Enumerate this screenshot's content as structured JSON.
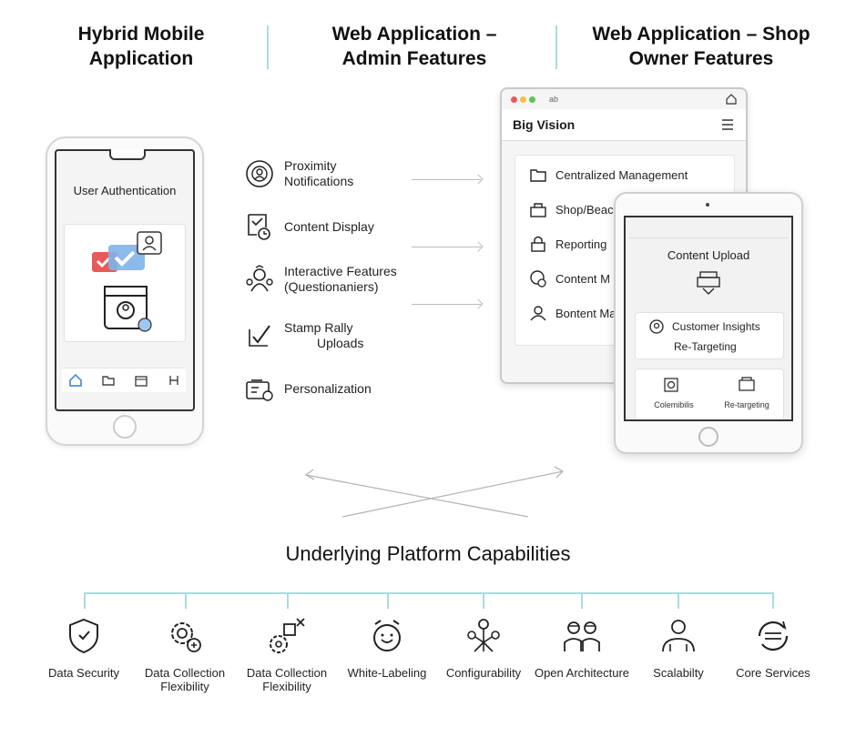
{
  "columns": {
    "mobile": {
      "line1": "Hybrid Mobile",
      "line2": "Application"
    },
    "admin": {
      "line1": "Web Application –",
      "line2": "Admin Features"
    },
    "shop": {
      "line1": "Web Application – Shop",
      "line2": "Owner Features"
    }
  },
  "phone": {
    "screen_title": "User Authentication",
    "tabs": [
      "home-icon",
      "folder-icon",
      "calendar-icon",
      "share-icon"
    ]
  },
  "admin_features": [
    {
      "icon": "proximity-icon",
      "line1": "Proximity",
      "line2": "Notifications"
    },
    {
      "icon": "content-display-icon",
      "line1": "Content Display",
      "line2": ""
    },
    {
      "icon": "interactive-icon",
      "line1": "Interactive Features",
      "line2": "(Questionaniers)"
    },
    {
      "icon": "stamp-icon",
      "line1": "Stamp Rally",
      "line2": "Uploads"
    },
    {
      "icon": "personalization-icon",
      "line1": "Personalization",
      "line2": ""
    }
  ],
  "browser": {
    "url_text": "ab",
    "brand": "Big Vision",
    "rows": [
      {
        "icon": "folder-icon",
        "label": "Centralized Management"
      },
      {
        "icon": "shop-icon",
        "label": "Shop/Beac"
      },
      {
        "icon": "lock-icon",
        "label": "Reporting"
      },
      {
        "icon": "content-icon",
        "label": "Content M"
      },
      {
        "icon": "user-icon",
        "label": "Bontent Ma"
      }
    ]
  },
  "tablet": {
    "header": "Content Upload",
    "insights_line1": "Customer Insights",
    "insights_line2": "Re-Targeting",
    "card_left": "Colemibilis",
    "card_right": "Re-targeting"
  },
  "bottom": {
    "title": "Underlying Platform Capabilities",
    "items": [
      {
        "icon": "shield-icon",
        "line1": "Data Security",
        "line2": ""
      },
      {
        "icon": "gears-icon",
        "line1": "Data Collection",
        "line2": "Flexibility"
      },
      {
        "icon": "tools-icon",
        "line1": "Data Collection",
        "line2": "Flexibility"
      },
      {
        "icon": "alarm-icon",
        "line1": "White-Labeling",
        "line2": ""
      },
      {
        "icon": "network-icon",
        "line1": "Configurability",
        "line2": ""
      },
      {
        "icon": "team-icon",
        "line1": "Open Architecture",
        "line2": ""
      },
      {
        "icon": "users-icon",
        "line1": "Scalabilty",
        "line2": ""
      },
      {
        "icon": "cycle-icon",
        "line1": "Core Services",
        "line2": ""
      }
    ]
  },
  "colors": {
    "accent": "#a9dce0",
    "red": "#e85a5a",
    "blue": "#4a90d9"
  }
}
